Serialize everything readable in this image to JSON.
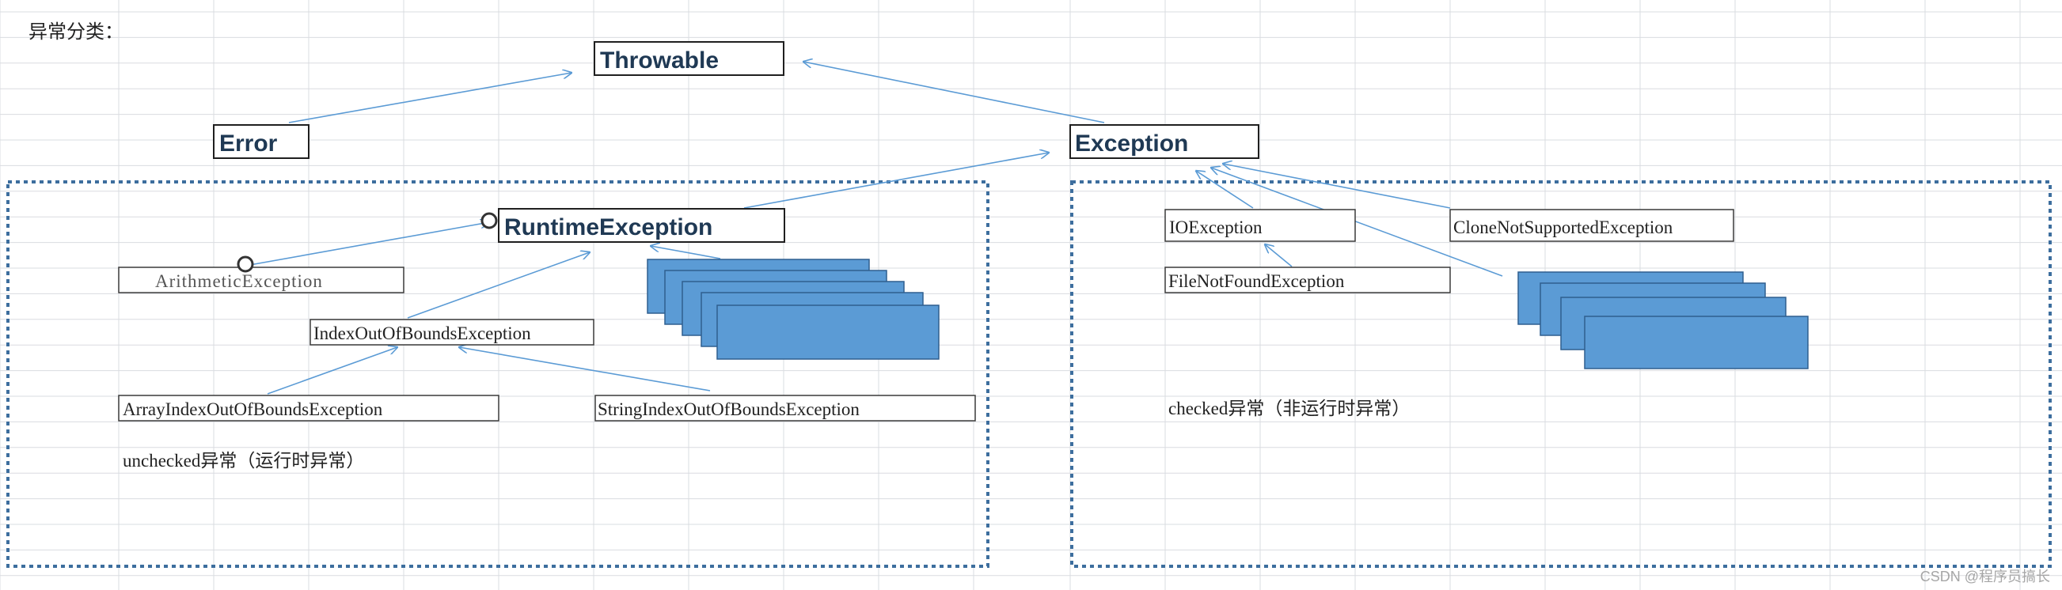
{
  "page_title": "异常分类：",
  "nodes": {
    "throwable": "Throwable",
    "error": "Error",
    "exception": "Exception",
    "runtime_exception": "RuntimeException",
    "arithmetic_exception": "ArithmeticException",
    "index_out_of_bounds_exception": "IndexOutOfBoundsException",
    "array_index_out_of_bounds_exception": "ArrayIndexOutOfBoundsException",
    "string_index_out_of_bounds_exception": "StringIndexOutOfBoundsException",
    "io_exception": "IOException",
    "file_not_found_exception": "FileNotFoundException",
    "clone_not_supported_exception": "CloneNotSupportedException"
  },
  "notes": {
    "unchecked": "unchecked异常（运行时异常）",
    "checked": "checked异常（非运行时异常）"
  },
  "watermark": "CSDN @程序员搞长",
  "colors": {
    "arrow": "#5b9bd5",
    "card_fill": "#5b9bd5",
    "frame": "#3d6e9e",
    "title_text": "#1f3954"
  }
}
